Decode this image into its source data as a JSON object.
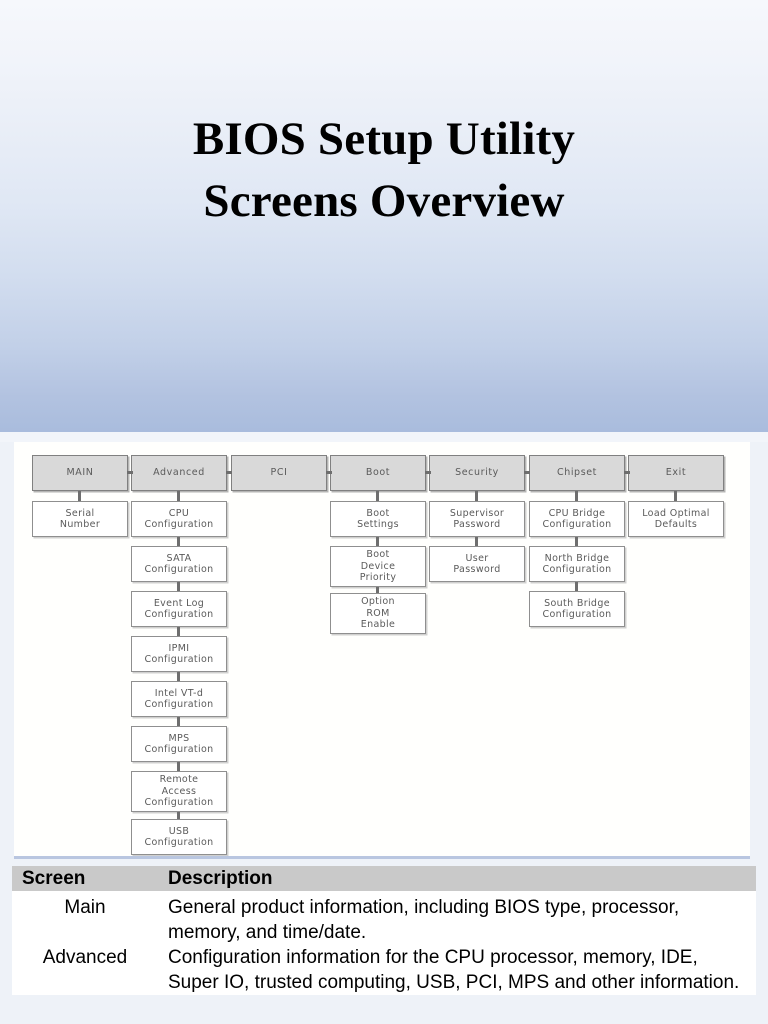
{
  "slide": {
    "title_line1": "BIOS Setup Utility",
    "title_line2": "Screens Overview",
    "background_top_color": "#f6f8fc",
    "background_bottom_color": "#a9bcdd"
  },
  "diagram": {
    "type": "tree",
    "panel_background": "#fffffd",
    "top_node_fill": "#d9d9d9",
    "node_border_color": "#8f8f8f",
    "node_text_color": "#5a5a5a",
    "columns": [
      {
        "key": "main",
        "root": "MAIN",
        "children": [
          "Serial\nNumber"
        ]
      },
      {
        "key": "advanced",
        "root": "Advanced",
        "children": [
          "CPU\nConfiguration",
          "SATA\nConfiguration",
          "Event Log\nConfiguration",
          "IPMI\nConfiguration",
          "Intel VT-d\nConfiguration",
          "MPS\nConfiguration",
          "Remote\nAccess\nConfiguration",
          "USB\nConfiguration"
        ]
      },
      {
        "key": "pci",
        "root": "PCI",
        "children": []
      },
      {
        "key": "boot",
        "root": "Boot",
        "children": [
          "Boot\nSettings",
          "Boot\nDevice\nPriority",
          "Option\nROM\nEnable"
        ]
      },
      {
        "key": "security",
        "root": "Security",
        "children": [
          "Supervisor\nPassword",
          "User\nPassword"
        ]
      },
      {
        "key": "chipset",
        "root": "Chipset",
        "children": [
          "CPU Bridge\nConfiguration",
          "North Bridge\nConfiguration",
          "South Bridge\nConfiguration"
        ]
      },
      {
        "key": "exit",
        "root": "Exit",
        "children": [
          "Load Optimal\nDefaults"
        ]
      }
    ]
  },
  "table": {
    "header": {
      "screen": "Screen",
      "description": "Description"
    },
    "header_background": "#c9c9c9",
    "rows": [
      {
        "screen": "Main",
        "description": "General product information, including BIOS type, processor, memory, and time/date."
      },
      {
        "screen": "Advanced",
        "description": "Configuration information for the CPU processor, memory, IDE, Super IO, trusted computing, USB, PCI, MPS and other information."
      }
    ]
  }
}
